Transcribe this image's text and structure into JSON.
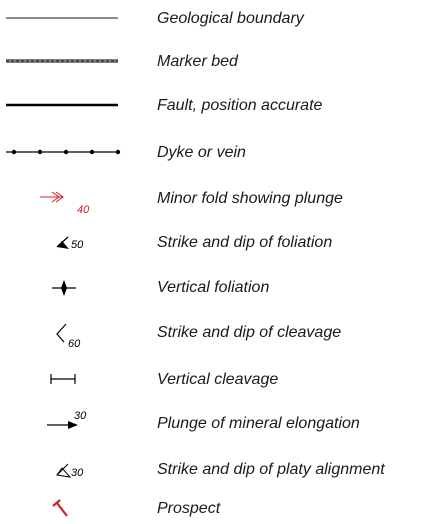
{
  "legend": {
    "items": [
      {
        "label": "Geological boundary",
        "symbol": "thin-line",
        "color": "#1a1a1a"
      },
      {
        "label": "Marker bed",
        "symbol": "dashed-gray-line",
        "color": "#808080"
      },
      {
        "label": "Fault, position accurate",
        "symbol": "thick-line",
        "color": "#000000"
      },
      {
        "label": "Dyke or vein",
        "symbol": "dotted-line",
        "color": "#000000"
      },
      {
        "label": "Minor fold showing plunge",
        "symbol": "red-double-arrow",
        "color": "#d0202a",
        "value": "40"
      },
      {
        "label": "Strike and dip of foliation",
        "symbol": "filled-triangle",
        "color": "#000000",
        "value": "50"
      },
      {
        "label": "Vertical foliation",
        "symbol": "diamond-cross",
        "color": "#000000"
      },
      {
        "label": "Strike and dip of cleavage",
        "symbol": "open-angle",
        "color": "#000000",
        "value": "60"
      },
      {
        "label": "Vertical cleavage",
        "symbol": "h-bar",
        "color": "#000000"
      },
      {
        "label": "Plunge of mineral elongation",
        "symbol": "arrow",
        "color": "#000000",
        "value": "30"
      },
      {
        "label": "Strike and dip of platy alignment",
        "symbol": "open-triangle",
        "color": "#000000",
        "value": "30"
      },
      {
        "label": "Prospect",
        "symbol": "red-pick",
        "color": "#d0202a"
      }
    ]
  }
}
